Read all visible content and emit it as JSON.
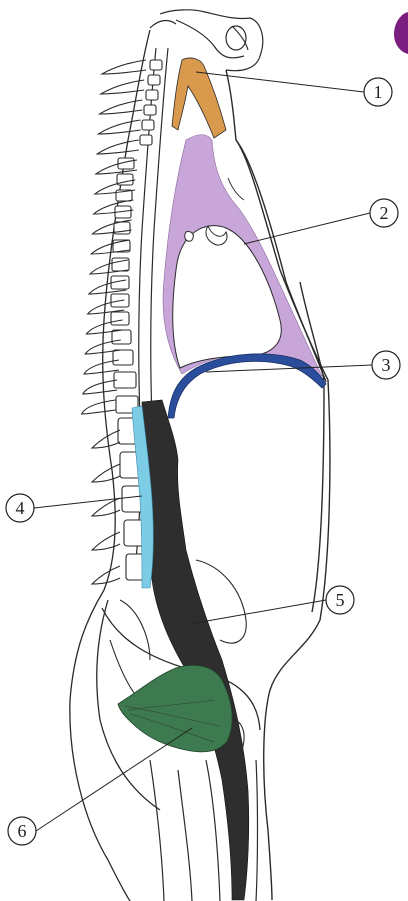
{
  "colors": {
    "outline": "#2a2a2a",
    "muscle_1": "#D99A4E",
    "region_2": "#C9A6DA",
    "diaphragm_3": "#2B4E9C",
    "muscle_4": "#7CCCE6",
    "muscle_5": "#2E2E2E",
    "region_6": "#3E7A4F",
    "corner_mark": "#7A1F7F",
    "background": "#ffffff"
  },
  "callouts": [
    {
      "number": "1",
      "target": "neck-muscle"
    },
    {
      "number": "2",
      "target": "thoracic-region"
    },
    {
      "number": "3",
      "target": "diaphragm"
    },
    {
      "number": "4",
      "target": "lumbar-muscle"
    },
    {
      "number": "5",
      "target": "psoas-muscle"
    },
    {
      "number": "6",
      "target": "pelvic-floor"
    }
  ]
}
